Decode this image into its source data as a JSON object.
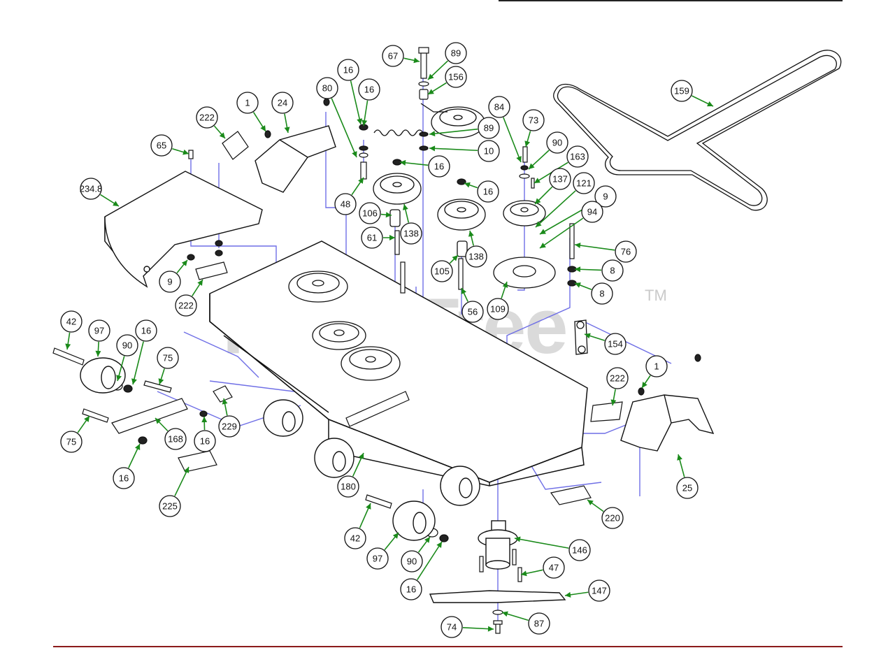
{
  "watermark": {
    "text": "PartsTree",
    "trademark": "TM"
  },
  "colors": {
    "callout_leader": "#1a8a1a",
    "assembly_line": "#6f6fe6",
    "part_stroke": "#111111",
    "bottom_rule": "#8b1a1a"
  },
  "callouts": [
    {
      "label": "67"
    },
    {
      "label": "89"
    },
    {
      "label": "156"
    },
    {
      "label": "159"
    },
    {
      "label": "80"
    },
    {
      "label": "16"
    },
    {
      "label": "16"
    },
    {
      "label": "1"
    },
    {
      "label": "24"
    },
    {
      "label": "222"
    },
    {
      "label": "84"
    },
    {
      "label": "73"
    },
    {
      "label": "89"
    },
    {
      "label": "10"
    },
    {
      "label": "90"
    },
    {
      "label": "163"
    },
    {
      "label": "16"
    },
    {
      "label": "65"
    },
    {
      "label": "16"
    },
    {
      "label": "137"
    },
    {
      "label": "121"
    },
    {
      "label": "9"
    },
    {
      "label": "94"
    },
    {
      "label": "234.8"
    },
    {
      "label": "48"
    },
    {
      "label": "106"
    },
    {
      "label": "138"
    },
    {
      "label": "61"
    },
    {
      "label": "138"
    },
    {
      "label": "76"
    },
    {
      "label": "105"
    },
    {
      "label": "8"
    },
    {
      "label": "8"
    },
    {
      "label": "9"
    },
    {
      "label": "109"
    },
    {
      "label": "222"
    },
    {
      "label": "56"
    },
    {
      "label": "42"
    },
    {
      "label": "97"
    },
    {
      "label": "16"
    },
    {
      "label": "90"
    },
    {
      "label": "154"
    },
    {
      "label": "75"
    },
    {
      "label": "1"
    },
    {
      "label": "222"
    },
    {
      "label": "229"
    },
    {
      "label": "75"
    },
    {
      "label": "168"
    },
    {
      "label": "16"
    },
    {
      "label": "16"
    },
    {
      "label": "180"
    },
    {
      "label": "25"
    },
    {
      "label": "225"
    },
    {
      "label": "42"
    },
    {
      "label": "220"
    },
    {
      "label": "97"
    },
    {
      "label": "90"
    },
    {
      "label": "146"
    },
    {
      "label": "47"
    },
    {
      "label": "16"
    },
    {
      "label": "147"
    },
    {
      "label": "74"
    },
    {
      "label": "87"
    }
  ]
}
